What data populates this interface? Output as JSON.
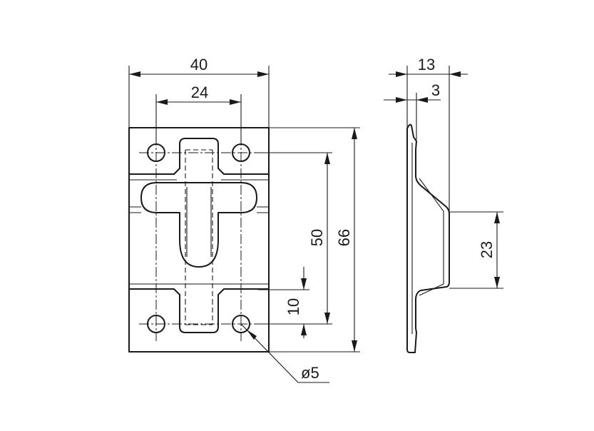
{
  "dimensions": {
    "total_width": "40",
    "hole_spacing_horizontal": "24",
    "hole_spacing_vertical": "50",
    "total_height": "66",
    "hole_to_edge": "10",
    "hole_diameter": "ø5",
    "profile_depth": "13",
    "material_thickness": "3",
    "flange_height": "23"
  }
}
